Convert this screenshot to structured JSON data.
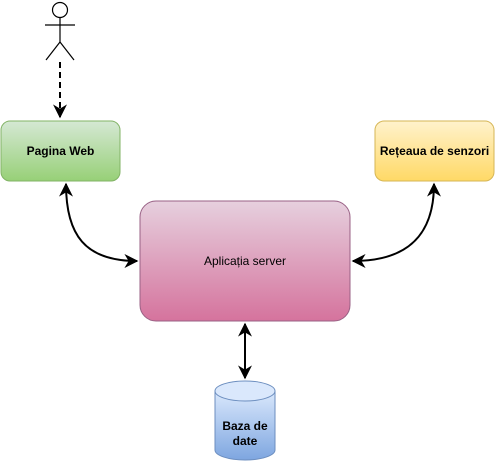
{
  "nodes": {
    "web_page": {
      "label": "Pagina Web"
    },
    "sensor_network": {
      "label": "Rețeaua de senzori"
    },
    "server_app": {
      "label": "Aplicația server"
    },
    "database": {
      "label_line1": "Baza de",
      "label_line2": "date"
    }
  },
  "colors": {
    "web_page_top": "#d5e8d4",
    "web_page_bottom": "#97d077",
    "web_page_stroke": "#82b366",
    "sensor_top": "#fff2cc",
    "sensor_bottom": "#ffd966",
    "sensor_stroke": "#d6b656",
    "server_top": "#e6d0de",
    "server_bottom": "#d5739d",
    "server_stroke": "#996185",
    "db_top": "#dae8fc",
    "db_bottom": "#7ea6e0",
    "db_stroke": "#6c8ebf",
    "edge": "#000000"
  },
  "icons": {
    "actor": "stick-figure-icon"
  }
}
